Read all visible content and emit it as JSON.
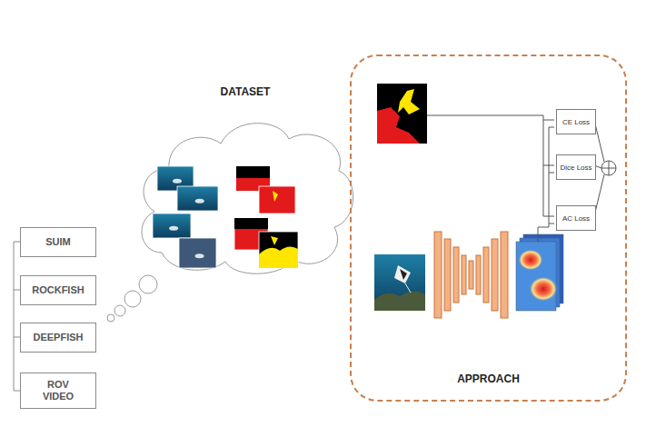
{
  "diagram": {
    "nodes": [
      {
        "text": [
          "SUIM"
        ]
      },
      {
        "text": [
          "ROCKFISH"
        ]
      },
      {
        "text": [
          "DEEPFISH"
        ]
      },
      {
        "text": [
          "ROV VIDEO"
        ]
      },
      {
        "text": [
          "DATASET"
        ]
      },
      {
        "text": [
          "APPROACH"
        ]
      },
      {
        "text": [
          "CE Loss"
        ],
        "in": 5
      },
      {
        "text": [
          "Dice Loss"
        ],
        "in": 5
      },
      {
        "text": [
          "AC Loss"
        ],
        "in": 5
      }
    ]
  }
}
